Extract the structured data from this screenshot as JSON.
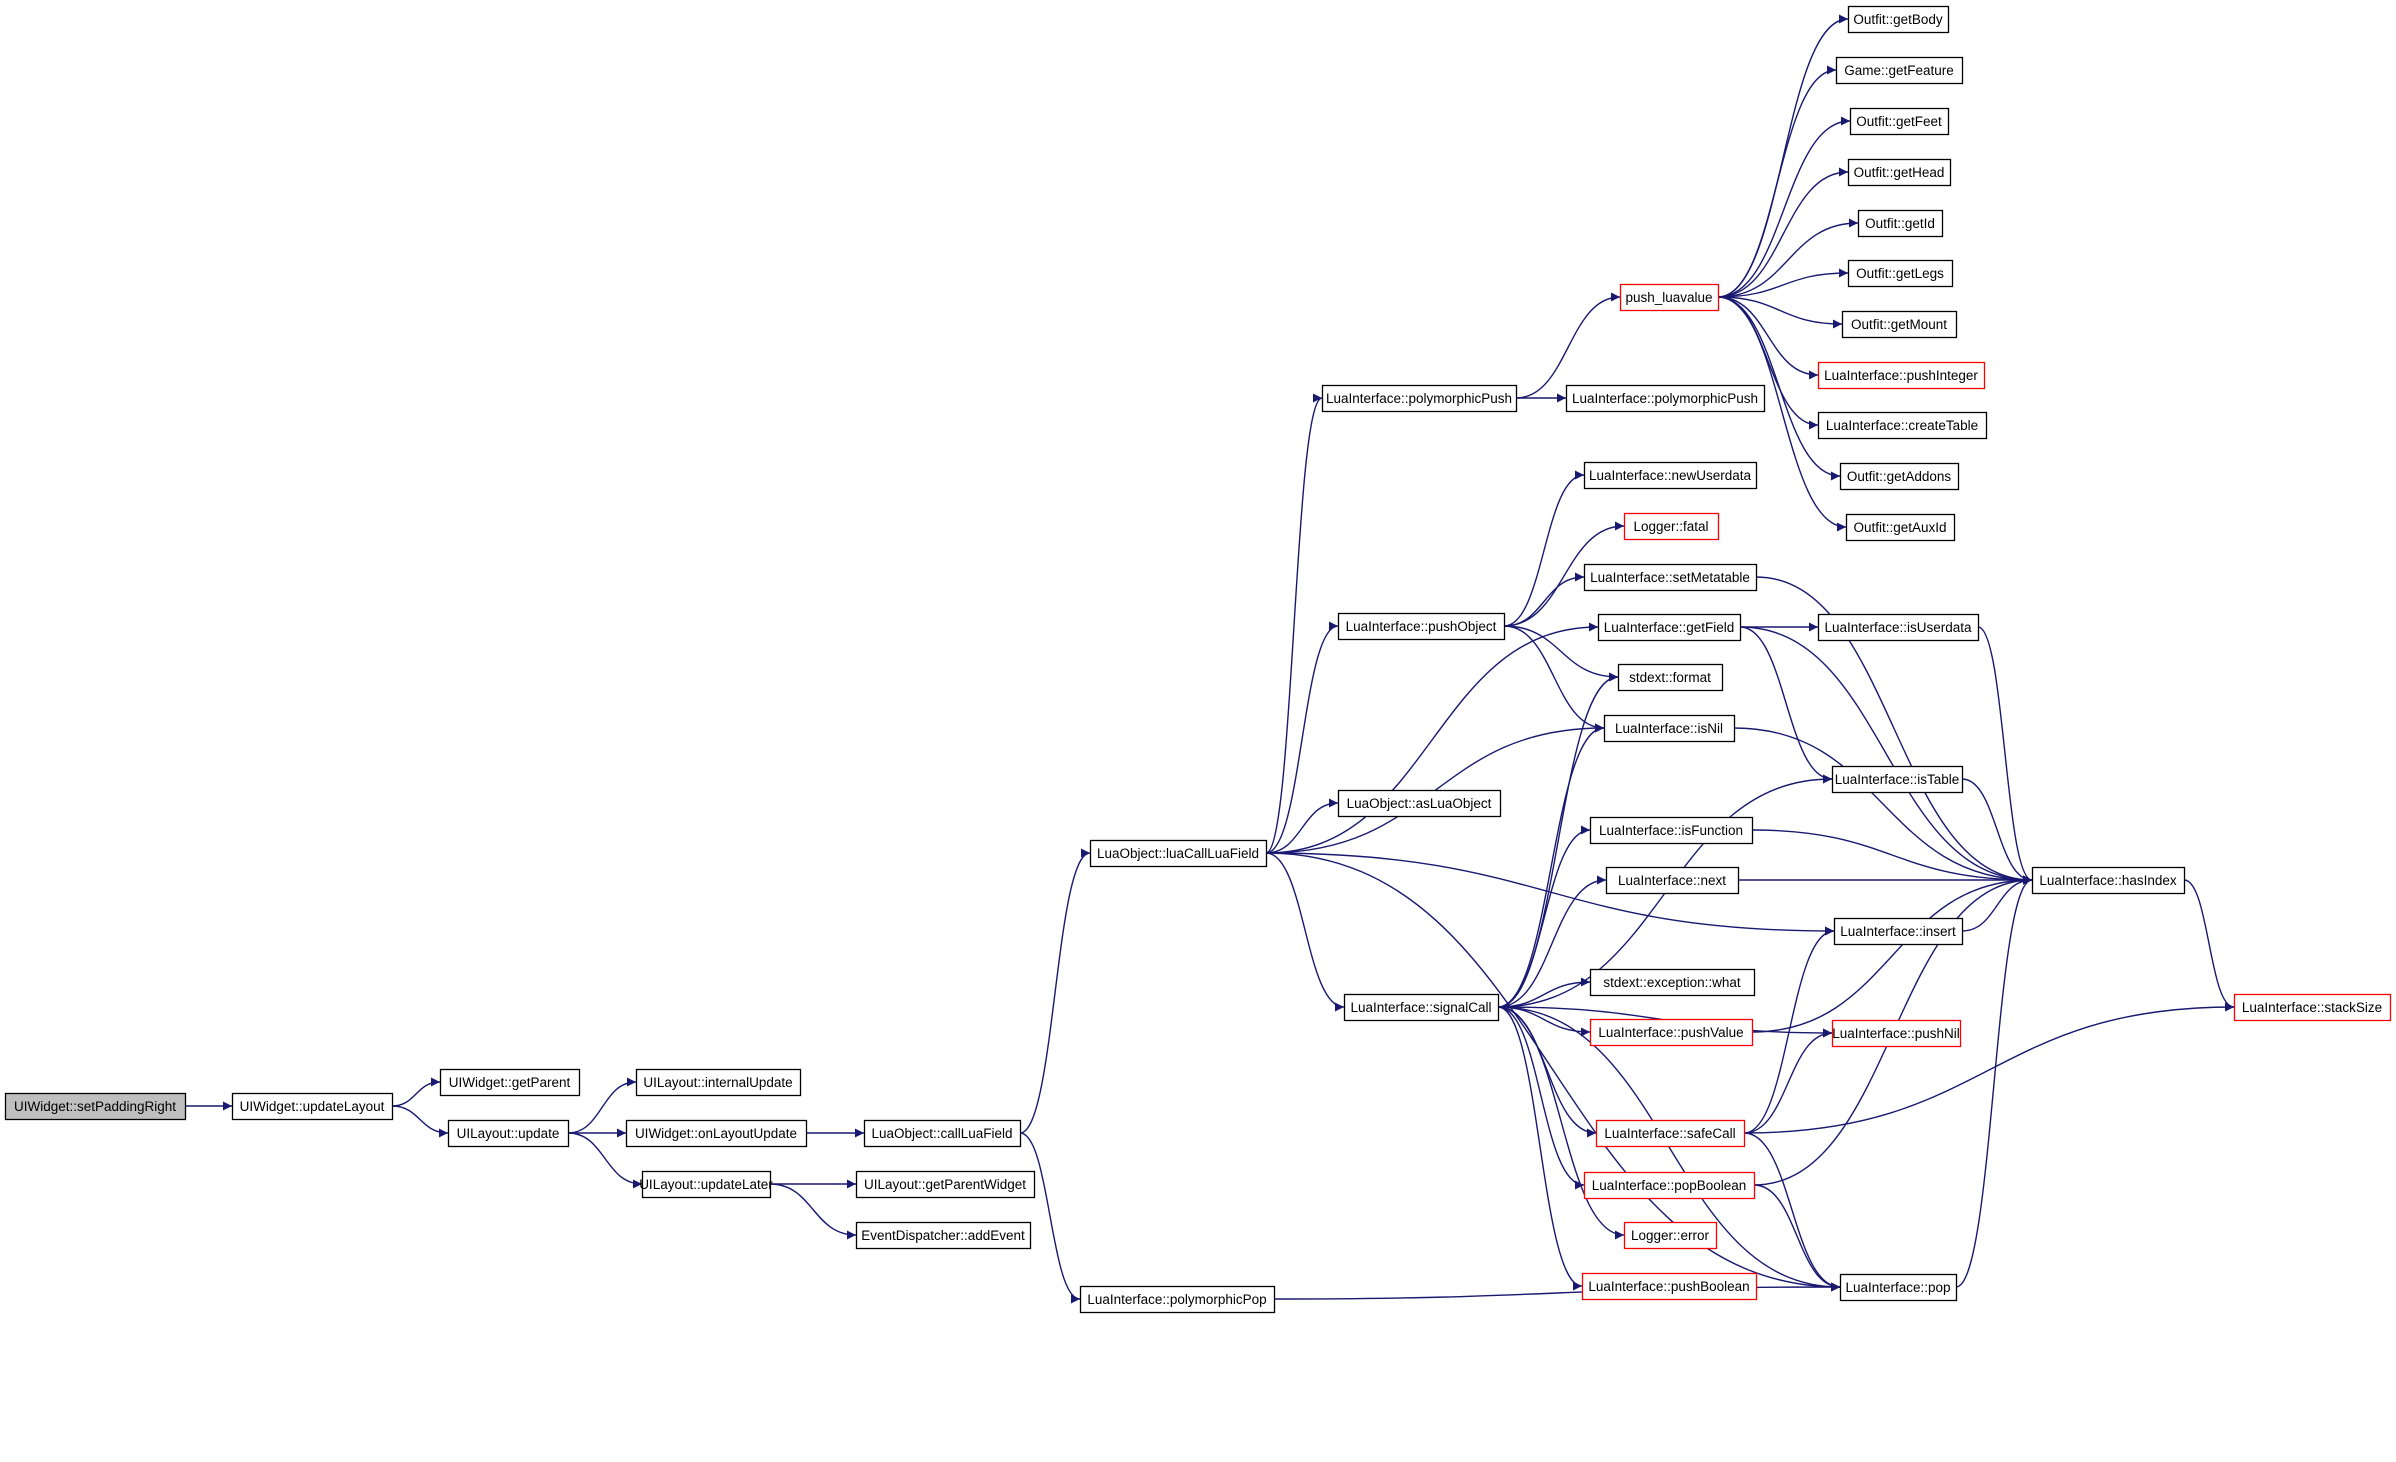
{
  "colors": {
    "edge": "#191970",
    "normal_border": "#000000",
    "truncated_border": "#ff0000",
    "root_fill": "#bfbfbf",
    "node_fill": "#ffffff"
  },
  "nodes": [
    {
      "id": "n_root",
      "label": "UIWidget::setPaddingRight",
      "style": "root"
    },
    {
      "id": "n_updateLayout",
      "label": "UIWidget::updateLayout",
      "style": "normal"
    },
    {
      "id": "n_getParent",
      "label": "UIWidget::getParent",
      "style": "normal"
    },
    {
      "id": "n_ul_update",
      "label": "UILayout::update",
      "style": "normal"
    },
    {
      "id": "n_internalUpdate",
      "label": "UILayout::internalUpdate",
      "style": "normal"
    },
    {
      "id": "n_onLayoutUpdate",
      "label": "UIWidget::onLayoutUpdate",
      "style": "normal"
    },
    {
      "id": "n_updateLater",
      "label": "UILayout::updateLater",
      "style": "normal"
    },
    {
      "id": "n_getParentWidget",
      "label": "UILayout::getParentWidget",
      "style": "normal"
    },
    {
      "id": "n_addEvent",
      "label": "EventDispatcher::addEvent",
      "style": "normal"
    },
    {
      "id": "n_callLuaField",
      "label": "LuaObject::callLuaField",
      "style": "normal"
    },
    {
      "id": "n_luaCallLuaField",
      "label": "LuaObject::luaCallLuaField",
      "style": "normal"
    },
    {
      "id": "n_polymorphicPop",
      "label": "LuaInterface::polymorphicPop",
      "style": "normal"
    },
    {
      "id": "n_polymorphicPush1",
      "label": "LuaInterface::polymorphicPush",
      "style": "normal"
    },
    {
      "id": "n_polymorphicPush2",
      "label": "LuaInterface::polymorphicPush",
      "style": "normal"
    },
    {
      "id": "n_pushObject",
      "label": "LuaInterface::pushObject",
      "style": "normal"
    },
    {
      "id": "n_asLuaObject",
      "label": "LuaObject::asLuaObject",
      "style": "normal"
    },
    {
      "id": "n_signalCall",
      "label": "LuaInterface::signalCall",
      "style": "normal"
    },
    {
      "id": "n_push_luavalue",
      "label": "push_luavalue",
      "style": "truncated"
    },
    {
      "id": "n_getBody",
      "label": "Outfit::getBody",
      "style": "normal"
    },
    {
      "id": "n_getFeature",
      "label": "Game::getFeature",
      "style": "normal"
    },
    {
      "id": "n_getFeet",
      "label": "Outfit::getFeet",
      "style": "normal"
    },
    {
      "id": "n_getHead",
      "label": "Outfit::getHead",
      "style": "normal"
    },
    {
      "id": "n_getId",
      "label": "Outfit::getId",
      "style": "normal"
    },
    {
      "id": "n_getLegs",
      "label": "Outfit::getLegs",
      "style": "normal"
    },
    {
      "id": "n_getMount",
      "label": "Outfit::getMount",
      "style": "normal"
    },
    {
      "id": "n_pushInteger",
      "label": "LuaInterface::pushInteger",
      "style": "truncated"
    },
    {
      "id": "n_createTable",
      "label": "LuaInterface::createTable",
      "style": "normal"
    },
    {
      "id": "n_getAddons",
      "label": "Outfit::getAddons",
      "style": "normal"
    },
    {
      "id": "n_getAuxId",
      "label": "Outfit::getAuxId",
      "style": "normal"
    },
    {
      "id": "n_newUserdata",
      "label": "LuaInterface::newUserdata",
      "style": "normal"
    },
    {
      "id": "n_fatal",
      "label": "Logger::fatal",
      "style": "truncated"
    },
    {
      "id": "n_setMetatable",
      "label": "LuaInterface::setMetatable",
      "style": "normal"
    },
    {
      "id": "n_getField",
      "label": "LuaInterface::getField",
      "style": "normal"
    },
    {
      "id": "n_format",
      "label": "stdext::format",
      "style": "normal"
    },
    {
      "id": "n_isNil",
      "label": "LuaInterface::isNil",
      "style": "normal"
    },
    {
      "id": "n_isFunction",
      "label": "LuaInterface::isFunction",
      "style": "normal"
    },
    {
      "id": "n_next",
      "label": "LuaInterface::next",
      "style": "normal"
    },
    {
      "id": "n_what",
      "label": "stdext::exception::what",
      "style": "normal"
    },
    {
      "id": "n_pushValue",
      "label": "LuaInterface::pushValue",
      "style": "truncated"
    },
    {
      "id": "n_safeCall",
      "label": "LuaInterface::safeCall",
      "style": "truncated"
    },
    {
      "id": "n_popBoolean",
      "label": "LuaInterface::popBoolean",
      "style": "truncated"
    },
    {
      "id": "n_error",
      "label": "Logger::error",
      "style": "truncated"
    },
    {
      "id": "n_pushBoolean",
      "label": "LuaInterface::pushBoolean",
      "style": "truncated"
    },
    {
      "id": "n_isUserdata",
      "label": "LuaInterface::isUserdata",
      "style": "normal"
    },
    {
      "id": "n_isTable",
      "label": "LuaInterface::isTable",
      "style": "normal"
    },
    {
      "id": "n_hasIndex",
      "label": "LuaInterface::hasIndex",
      "style": "normal"
    },
    {
      "id": "n_insert",
      "label": "LuaInterface::insert",
      "style": "normal"
    },
    {
      "id": "n_pushNil",
      "label": "LuaInterface::pushNil",
      "style": "truncated"
    },
    {
      "id": "n_pop",
      "label": "LuaInterface::pop",
      "style": "normal"
    },
    {
      "id": "n_stackSize",
      "label": "LuaInterface::stackSize",
      "style": "truncated"
    }
  ],
  "edges": [
    [
      "n_root",
      "n_updateLayout"
    ],
    [
      "n_updateLayout",
      "n_getParent"
    ],
    [
      "n_updateLayout",
      "n_ul_update"
    ],
    [
      "n_ul_update",
      "n_internalUpdate"
    ],
    [
      "n_ul_update",
      "n_onLayoutUpdate"
    ],
    [
      "n_ul_update",
      "n_updateLater"
    ],
    [
      "n_onLayoutUpdate",
      "n_callLuaField"
    ],
    [
      "n_updateLater",
      "n_getParentWidget"
    ],
    [
      "n_updateLater",
      "n_addEvent"
    ],
    [
      "n_callLuaField",
      "n_luaCallLuaField"
    ],
    [
      "n_callLuaField",
      "n_polymorphicPop"
    ],
    [
      "n_luaCallLuaField",
      "n_polymorphicPush1"
    ],
    [
      "n_luaCallLuaField",
      "n_pushObject"
    ],
    [
      "n_luaCallLuaField",
      "n_getField"
    ],
    [
      "n_luaCallLuaField",
      "n_asLuaObject"
    ],
    [
      "n_luaCallLuaField",
      "n_isNil"
    ],
    [
      "n_luaCallLuaField",
      "n_signalCall"
    ],
    [
      "n_luaCallLuaField",
      "n_insert"
    ],
    [
      "n_luaCallLuaField",
      "n_pop"
    ],
    [
      "n_polymorphicPop",
      "n_pop"
    ],
    [
      "n_polymorphicPush1",
      "n_push_luavalue"
    ],
    [
      "n_polymorphicPush1",
      "n_polymorphicPush2"
    ],
    [
      "n_push_luavalue",
      "n_getBody"
    ],
    [
      "n_push_luavalue",
      "n_getFeature"
    ],
    [
      "n_push_luavalue",
      "n_getFeet"
    ],
    [
      "n_push_luavalue",
      "n_getHead"
    ],
    [
      "n_push_luavalue",
      "n_getId"
    ],
    [
      "n_push_luavalue",
      "n_getLegs"
    ],
    [
      "n_push_luavalue",
      "n_getMount"
    ],
    [
      "n_push_luavalue",
      "n_pushInteger"
    ],
    [
      "n_push_luavalue",
      "n_createTable"
    ],
    [
      "n_push_luavalue",
      "n_getAddons"
    ],
    [
      "n_push_luavalue",
      "n_getAuxId"
    ],
    [
      "n_pushObject",
      "n_newUserdata"
    ],
    [
      "n_pushObject",
      "n_fatal"
    ],
    [
      "n_pushObject",
      "n_setMetatable"
    ],
    [
      "n_pushObject",
      "n_format"
    ],
    [
      "n_pushObject",
      "n_isNil"
    ],
    [
      "n_setMetatable",
      "n_hasIndex"
    ],
    [
      "n_getField",
      "n_isUserdata"
    ],
    [
      "n_getField",
      "n_isTable"
    ],
    [
      "n_getField",
      "n_hasIndex"
    ],
    [
      "n_isUserdata",
      "n_hasIndex"
    ],
    [
      "n_isNil",
      "n_hasIndex"
    ],
    [
      "n_isTable",
      "n_hasIndex"
    ],
    [
      "n_isFunction",
      "n_hasIndex"
    ],
    [
      "n_next",
      "n_hasIndex"
    ],
    [
      "n_insert",
      "n_hasIndex"
    ],
    [
      "n_pushValue",
      "n_hasIndex"
    ],
    [
      "n_popBoolean",
      "n_hasIndex"
    ],
    [
      "n_pop",
      "n_hasIndex"
    ],
    [
      "n_hasIndex",
      "n_stackSize"
    ],
    [
      "n_safeCall",
      "n_stackSize"
    ],
    [
      "n_safeCall",
      "n_insert"
    ],
    [
      "n_safeCall",
      "n_pushNil"
    ],
    [
      "n_safeCall",
      "n_pop"
    ],
    [
      "n_popBoolean",
      "n_pop"
    ],
    [
      "n_signalCall",
      "n_format"
    ],
    [
      "n_signalCall",
      "n_isNil"
    ],
    [
      "n_signalCall",
      "n_isTable"
    ],
    [
      "n_signalCall",
      "n_isFunction"
    ],
    [
      "n_signalCall",
      "n_next"
    ],
    [
      "n_signalCall",
      "n_what"
    ],
    [
      "n_signalCall",
      "n_pushValue"
    ],
    [
      "n_signalCall",
      "n_pushNil"
    ],
    [
      "n_signalCall",
      "n_safeCall"
    ],
    [
      "n_signalCall",
      "n_popBoolean"
    ],
    [
      "n_signalCall",
      "n_error"
    ],
    [
      "n_signalCall",
      "n_pushBoolean"
    ],
    [
      "n_signalCall",
      "n_pop"
    ]
  ]
}
